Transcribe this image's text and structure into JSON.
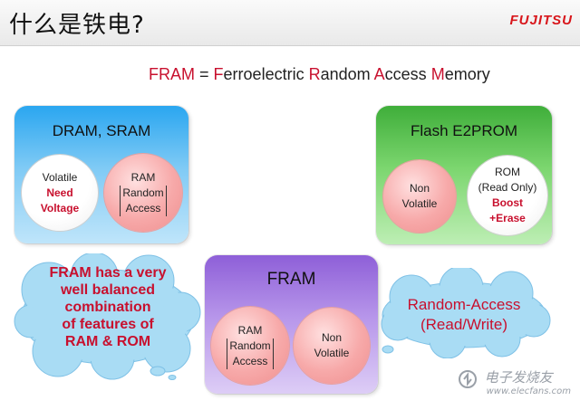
{
  "header": {
    "title": "什么是铁电?",
    "logo": "FUJITSU"
  },
  "definition": {
    "acronym": "FRAM",
    "equals": "=",
    "words": [
      {
        "initial": "F",
        "rest": "erroelectric"
      },
      {
        "initial": "R",
        "rest": "andom"
      },
      {
        "initial": "A",
        "rest": "ccess"
      },
      {
        "initial": "M",
        "rest": "emory"
      }
    ]
  },
  "dram_box": {
    "title": "DRAM, SRAM",
    "left_circle": {
      "line1": "Volatile",
      "line2": "Need",
      "line3": "Voltage"
    },
    "right_circle": {
      "line1": "RAM",
      "line2": "Random",
      "line3": "Access"
    }
  },
  "flash_box": {
    "title": "Flash E2PROM",
    "left_circle": {
      "line1": "Non",
      "line2": "Volatile"
    },
    "right_circle": {
      "line1": "ROM",
      "line2": "(Read Only)",
      "line3": "Boost",
      "line4": "+Erase"
    }
  },
  "fram_box": {
    "title": "FRAM",
    "left_circle": {
      "line1": "RAM",
      "line2": "Random",
      "line3": "Access"
    },
    "right_circle": {
      "line1": "Non",
      "line2": "Volatile"
    }
  },
  "left_cloud": {
    "lines": [
      "FRAM has a very",
      "well balanced",
      "combination",
      "of features of",
      "RAM & ROM"
    ]
  },
  "right_cloud": {
    "lines": [
      "Random-Access",
      "(Read/Write)"
    ]
  },
  "watermark": {
    "main": "电子发烧友",
    "sub": "www.elecfans.com"
  },
  "colors": {
    "accent_red": "#c8102e",
    "dram_blue": "#2aa6f0",
    "flash_green": "#3fae3a",
    "fram_purple": "#8e5fd8",
    "cloud_blue": "#a9dcf4"
  }
}
